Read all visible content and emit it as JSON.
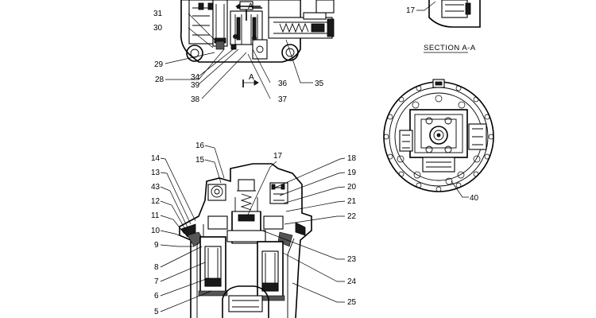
{
  "section_title": "SECTION  A-A",
  "section_marker_letter": "A",
  "callouts_top": [
    "31",
    "30",
    "29",
    "28",
    "34",
    "39",
    "38",
    "36",
    "37",
    "35"
  ],
  "callouts_right": [
    "17",
    "40"
  ],
  "callouts_bottom_left": [
    "16",
    "15",
    "14",
    "13",
    "43",
    "12",
    "11",
    "10",
    "9",
    "8",
    "7",
    "6",
    "5"
  ],
  "callouts_bottom_right": [
    "17",
    "18",
    "19",
    "20",
    "21",
    "22",
    "23",
    "24",
    "25"
  ]
}
